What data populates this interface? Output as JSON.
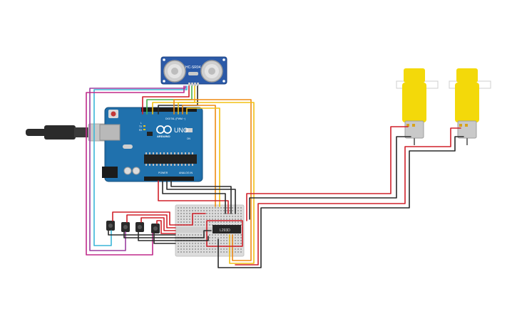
{
  "components": {
    "ultrasonic": {
      "label": "HC-SR04"
    },
    "arduino": {
      "brand": "ARDUINO",
      "model": "UNO",
      "digital_label": "DIGITAL (PWM ~)",
      "power_label": "POWER",
      "analog_label": "ANALOG IN",
      "tx_label": "TX",
      "rx_label": "RX",
      "l_label": "L",
      "on_label": "ON"
    },
    "driver_ic": {
      "label": "L293D"
    }
  },
  "colors": {
    "background": "#ffffff",
    "board": "#1f6da8",
    "sensor": "#2b5aa8",
    "motor": "#f3d90a",
    "breadboard": "#dedede",
    "wire_red": "#d0202a",
    "wire_black": "#2a2a2a",
    "wire_orange": "#ef8a12",
    "wire_yellow": "#f2c014",
    "wire_green": "#49b24a",
    "wire_purple": "#9b3f9f",
    "wire_cyan": "#3ab6d8",
    "wire_magenta": "#c02a8a"
  }
}
